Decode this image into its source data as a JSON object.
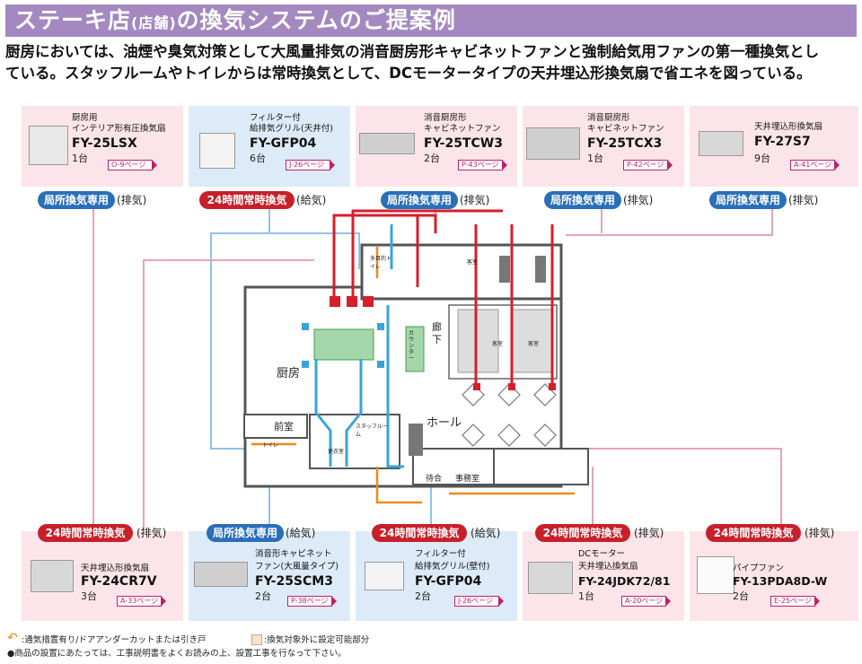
{
  "header": {
    "title_a": "ステーキ店",
    "title_b": "(店舗)",
    "title_c": "の換気システムのご提案例"
  },
  "intro": {
    "line1": "厨房においては、油煙や臭気対策として大風量排気の消音厨房形キャビネットファンと強制給気用ファンの第一種換気とし",
    "line2": "ている。スタッフルームやトイレからは常時換気として、DCモータータイプの天井埋込形換気扇で省エネを図っている。"
  },
  "top_cards": [
    {
      "line1": "厨房用",
      "line2": "インテリア形有圧換気扇",
      "model": "FY-25LSX",
      "qty": "1台",
      "ref": "O-9ページ",
      "tag": "局所換気専用",
      "mode": "(排気)"
    },
    {
      "line1": "フィルター付",
      "line2": "給排気グリル(天井付)",
      "model": "FY-GFP04",
      "qty": "6台",
      "ref": "J-26ページ",
      "tag": "24時間常時換気",
      "mode": "(給気)"
    },
    {
      "line1": "消音厨房形",
      "line2": "キャビネットファン",
      "model": "FY-25TCW3",
      "qty": "2台",
      "ref": "P-43ページ",
      "tag": "局所換気専用",
      "mode": "(排気)"
    },
    {
      "line1": "消音厨房形",
      "line2": "キャビネットファン",
      "model": "FY-25TCX3",
      "qty": "1台",
      "ref": "P-42ページ",
      "tag": "局所換気専用",
      "mode": "(排気)"
    },
    {
      "line1": "天井埋込形換気扇",
      "line2": "",
      "model": "FY-27S7",
      "qty": "9台",
      "ref": "A-41ページ",
      "tag": "局所換気専用",
      "mode": "(排気)"
    }
  ],
  "bottom_cards": [
    {
      "line1": "天井埋込形換気扇",
      "line2": "",
      "model": "FY-24CR7V",
      "qty": "3台",
      "ref": "A-33ページ",
      "tag": "24時間常時換気",
      "mode": "(排気)"
    },
    {
      "line1": "消音形キャビネット",
      "line2": "ファン(大風量タイプ)",
      "model": "FY-25SCM3",
      "qty": "2台",
      "ref": "P-38ページ",
      "tag": "局所換気専用",
      "mode": "(給気)"
    },
    {
      "line1": "フィルター付",
      "line2": "給排気グリル(壁付)",
      "model": "FY-GFP04",
      "qty": "2台",
      "ref": "J-26ページ",
      "tag": "24時間常時換気",
      "mode": "(給気)"
    },
    {
      "line1": "DCモーター",
      "line2": "天井埋込換気扇",
      "model": "FY-24JDK72/81",
      "qty": "1台",
      "ref": "A-20ページ",
      "tag": "24時間常時換気",
      "mode": "(排気)"
    },
    {
      "line1": "パイプファン",
      "line2": "",
      "model": "FY-13PDA8D-W",
      "qty": "2台",
      "ref": "E-25ページ",
      "tag": "24時間常時換気",
      "mode": "(排気)"
    }
  ],
  "rooms": {
    "kitchen": "厨房",
    "front": "前室",
    "hall": "ホール",
    "corridor": "廊下",
    "staff": "スタッフルーム",
    "toilet": "トイレ",
    "changing": "更衣室",
    "multi_toilet": "多目的トイレ",
    "waiting": "待合",
    "office": "事務室",
    "guest1": "客室",
    "guest2": "客室",
    "guest3": "客室",
    "counter": "カウンター"
  },
  "legend": {
    "item1": ":通気措置有り/ドアアンダーカットまたは引き戸",
    "item2": ":換気対象外に設定可能部分",
    "note": "●商品の設置にあたっては、工事説明書をよくお読みの上、設置工事を行なって下さい。"
  },
  "colors": {
    "header": "#a389c0",
    "pink": "#fbe5ea",
    "blue": "#dcebf7",
    "red_duct": "#d81e2b",
    "blue_duct": "#3aa3dc",
    "orange": "#f08a1c"
  }
}
